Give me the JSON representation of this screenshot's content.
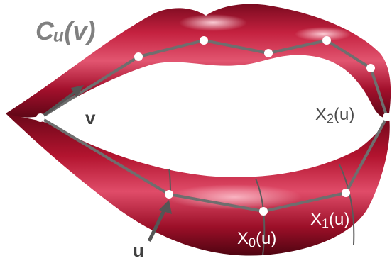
{
  "labels": {
    "curve": "Cᵤ(v)",
    "v": "v",
    "u": "u",
    "x2": {
      "base": "X",
      "sub": "2",
      "arg": "(u)"
    },
    "x1": {
      "base": "X",
      "sub": "1",
      "arg": "(u)"
    },
    "x0": {
      "base": "X",
      "sub": "0",
      "arg": "(u)"
    }
  },
  "colors": {
    "lip": "#b0112e",
    "lip_dark": "#6a0718",
    "lip_highlight": "#f2a8b6",
    "curve": "#6e6e6e",
    "point": "#ffffff",
    "label_gray": "#808080"
  }
}
